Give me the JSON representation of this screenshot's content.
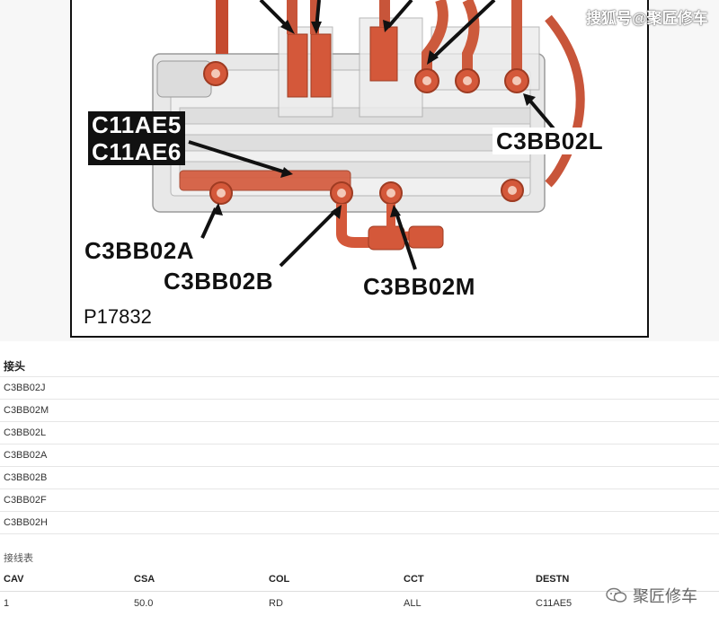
{
  "figure": {
    "watermark": "搜狐号@聚匠修车",
    "reference_code": "P17832",
    "callouts": {
      "c11ae5": "C11AE5",
      "c11ae6": "C11AE6",
      "c3bb02l": "C3BB02L",
      "c3bb02a": "C3BB02A",
      "c3bb02b": "C3BB02B",
      "c3bb02m": "C3BB02M"
    },
    "colors": {
      "copper": "#d4583a",
      "copper_dark": "#9e3b22",
      "housing": "#e4e4e4"
    }
  },
  "connectors": {
    "title": "接头",
    "items": [
      "C3BB02J",
      "C3BB02M",
      "C3BB02L",
      "C3BB02A",
      "C3BB02B",
      "C3BB02F",
      "C3BB02H"
    ]
  },
  "wiring": {
    "title": "接线表",
    "headers": [
      "CAV",
      "CSA",
      "COL",
      "CCT",
      "DESTN"
    ],
    "rows": [
      [
        "1",
        "50.0",
        "RD",
        "ALL",
        "C11AE5"
      ]
    ]
  },
  "footer_watermark": "聚匠修车"
}
